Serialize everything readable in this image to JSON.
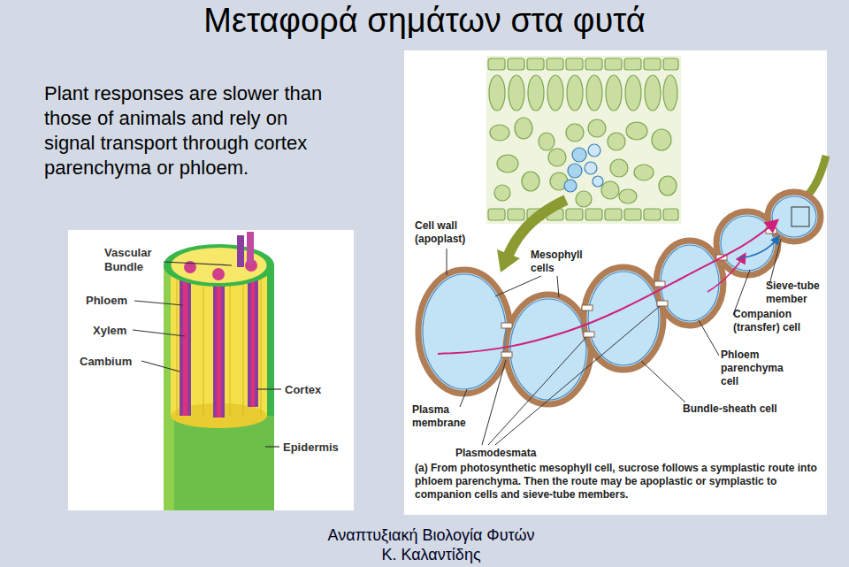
{
  "diagram": {
    "title": "Μεταφορά σημάτων στα φυτά",
    "caption": "(a) From photosynthetic mesophyll cell, sucrose follows a symplastic route into phloem parenchyma. Then the route may be apoplastic or symplastic to companion cells and sieve-tube members.",
    "labels": [
      "Plant responses are slower than those of animals and rely on signal transport through cortex parenchyma or phloem.",
      "Vascular Bundle",
      "Phloem",
      "Xylem",
      "Cambium",
      "Cortex",
      "Epidermis",
      "Cell wall (apoplast)",
      "Mesophyll cells",
      "Sieve-tube member",
      "Companion (transfer) cell",
      "Phloem parenchyma cell",
      "Bundle-sheath cell",
      "Plasma membrane",
      "Plasmodesmata",
      "Αναπτυξιακή Βιολογία Φυτών",
      "Κ. Καλαντίδης"
    ]
  }
}
